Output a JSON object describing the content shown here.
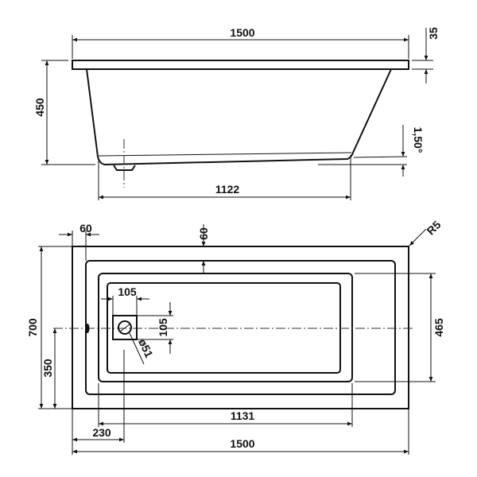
{
  "side_view": {
    "overall_length": "1500",
    "rim_thickness": "35",
    "height": "450",
    "bottom_slope": "1,50°",
    "bottom_length": "1122"
  },
  "plan_view": {
    "rim_width_side": "60",
    "rim_width_top": "60",
    "corner_radius": "R5",
    "overall_width": "700",
    "drain_offset_width": "350",
    "inner_width": "465",
    "drain_square_width": "105",
    "drain_square_height": "105",
    "drain_diameter": "ø51",
    "inner_length": "1131",
    "drain_offset_length": "230",
    "overall_length": "1500"
  },
  "colors": {
    "line": "#111111",
    "background": "#ffffff"
  }
}
